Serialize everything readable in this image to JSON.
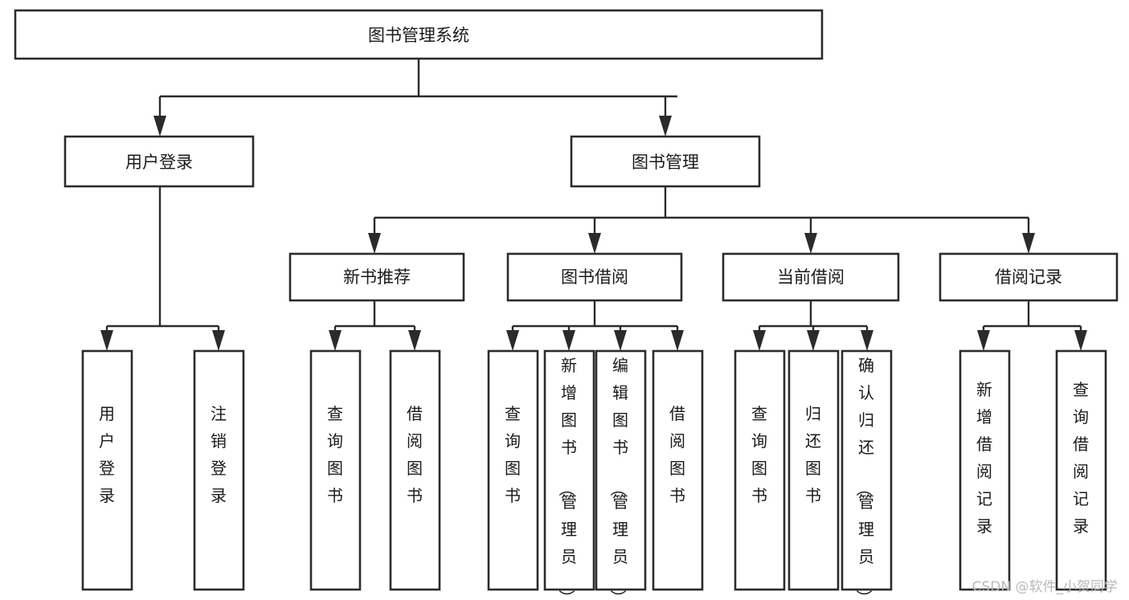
{
  "diagram": {
    "type": "tree-hierarchy",
    "title": "图书管理系统",
    "watermark": "CSDN @软件_小贺同学",
    "colors": {
      "box_stroke": "#2b2b2b",
      "box_fill": "#ffffff",
      "text": "#1a1a1a",
      "edge": "#2b2b2b",
      "watermark": "#b9b9b9",
      "background": "#ffffff"
    },
    "nodes": {
      "root": {
        "label": "图书管理系统"
      },
      "level2": [
        {
          "id": "user-login",
          "label": "用户登录"
        },
        {
          "id": "book-manage",
          "label": "图书管理"
        }
      ],
      "level3": [
        {
          "id": "new-book-recommend",
          "label": "新书推荐",
          "parent": "book-manage"
        },
        {
          "id": "book-borrow",
          "label": "图书借阅",
          "parent": "book-manage"
        },
        {
          "id": "current-borrow",
          "label": "当前借阅",
          "parent": "book-manage"
        },
        {
          "id": "borrow-record",
          "label": "借阅记录",
          "parent": "book-manage"
        }
      ],
      "leaves": {
        "user-login": [
          {
            "id": "leaf-user-login",
            "label": "用户登录"
          },
          {
            "id": "leaf-logout",
            "label": "注销登录"
          }
        ],
        "new-book-recommend": [
          {
            "id": "leaf-query-book-1",
            "label": "查询图书"
          },
          {
            "id": "leaf-borrow-book-1",
            "label": "借阅图书"
          }
        ],
        "book-borrow": [
          {
            "id": "leaf-query-book-2",
            "label": "查询图书"
          },
          {
            "id": "leaf-add-book",
            "label": "新增图书（管理员）"
          },
          {
            "id": "leaf-edit-book",
            "label": "编辑图书（管理员）"
          },
          {
            "id": "leaf-borrow-book-2",
            "label": "借阅图书"
          }
        ],
        "current-borrow": [
          {
            "id": "leaf-query-book-3",
            "label": "查询图书"
          },
          {
            "id": "leaf-return-book",
            "label": "归还图书"
          },
          {
            "id": "leaf-confirm-return",
            "label": "确认归还（管理员）"
          }
        ],
        "borrow-record": [
          {
            "id": "leaf-add-record",
            "label": "新增借阅记录"
          },
          {
            "id": "leaf-query-record",
            "label": "查询借阅记录"
          }
        ]
      }
    }
  }
}
